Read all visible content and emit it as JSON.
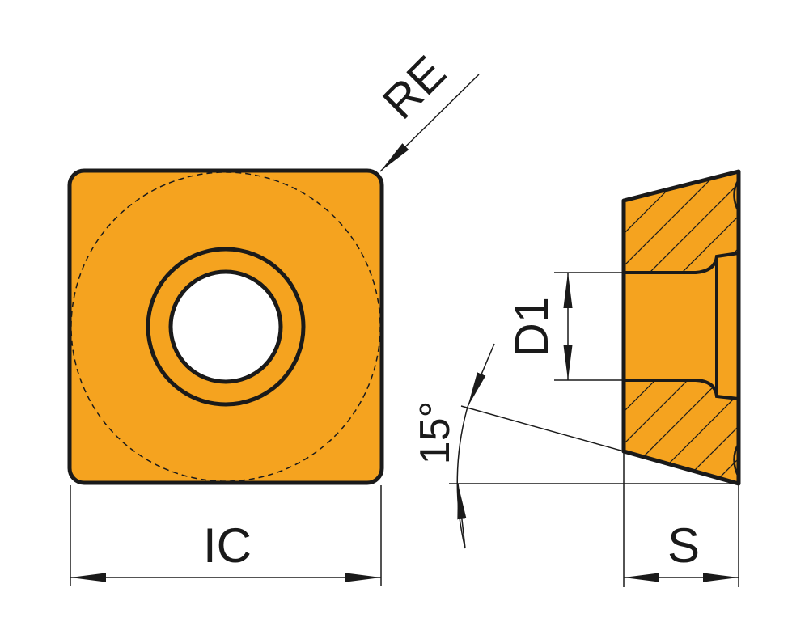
{
  "labels": {
    "re": "RE",
    "ic": "IC",
    "d1": "D1",
    "angle": "15°",
    "s": "S"
  },
  "colors": {
    "insert_fill": "#F5A31F",
    "outline": "#1a1a1a",
    "hole": "#ffffff"
  }
}
